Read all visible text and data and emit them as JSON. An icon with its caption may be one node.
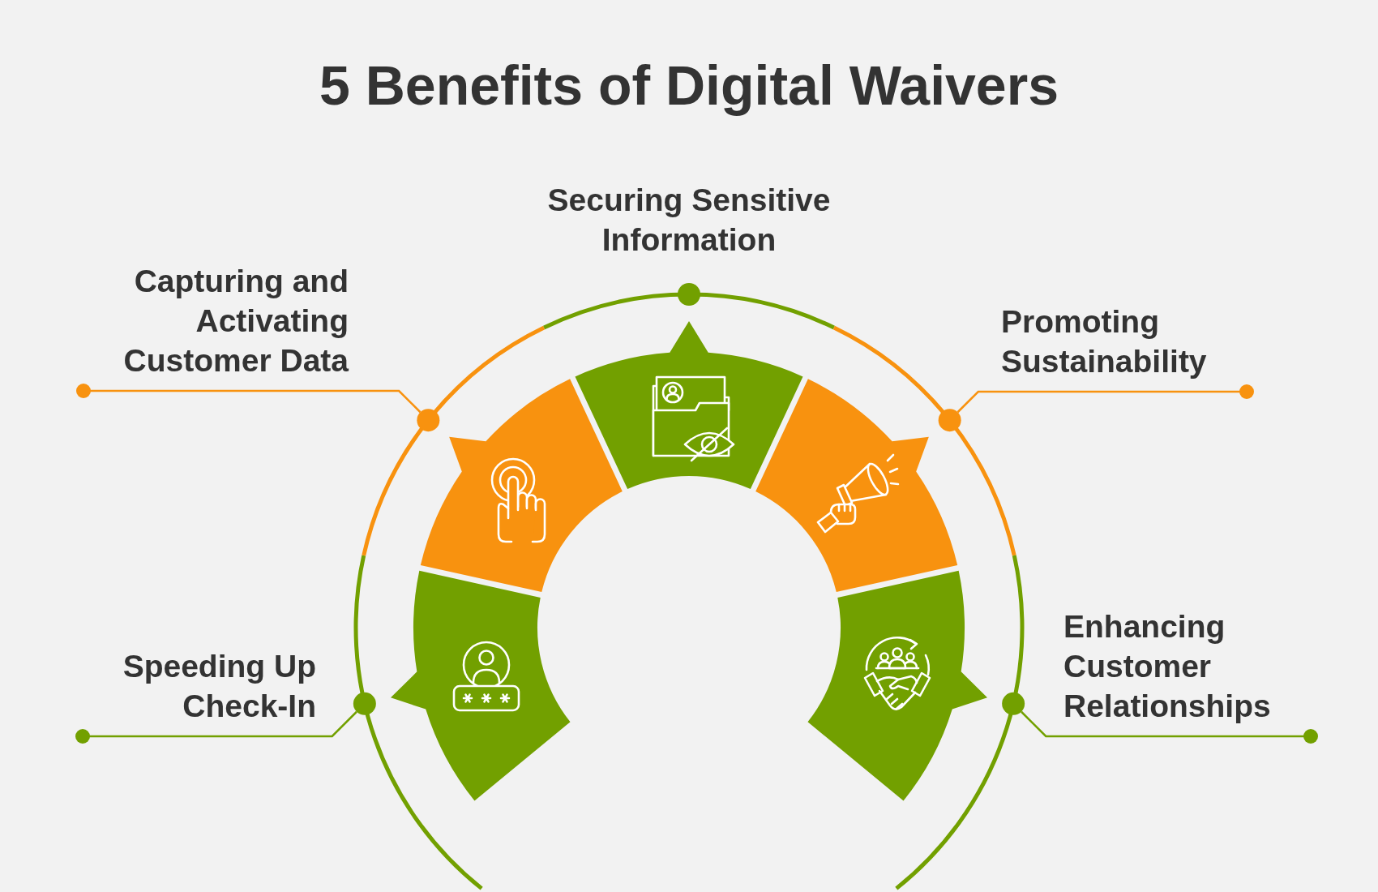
{
  "diagram": {
    "title": "5 Benefits of Digital Waivers",
    "nodes": [
      {
        "text": [
          "Securing Sensitive Information"
        ]
      },
      {
        "text": [
          "Capturing and Activating Customer Data"
        ]
      },
      {
        "text": [
          "Promoting Sustainability"
        ]
      },
      {
        "text": [
          "Enhancing Customer Relationships"
        ]
      },
      {
        "text": [
          "Speeding Up Check-In"
        ]
      },
      {
        "text": [],
        "shape": "circle"
      },
      {
        "text": [],
        "shape": "circle"
      },
      {
        "text": [],
        "shape": "circle"
      },
      {
        "text": [],
        "shape": "circle"
      },
      {
        "text": [],
        "shape": "circle"
      }
    ],
    "edges": [
      {
        "from": 1,
        "to": 6,
        "arrow": "other",
        "color": "#f8920f"
      },
      {
        "from": 2,
        "to": 7,
        "arrow": "other",
        "color": "#f8920f"
      },
      {
        "from": 3,
        "to": 9,
        "arrow": "other",
        "color": "#72a000"
      },
      {
        "from": 4,
        "to": 8,
        "arrow": "other",
        "color": "#72a000"
      }
    ]
  }
}
